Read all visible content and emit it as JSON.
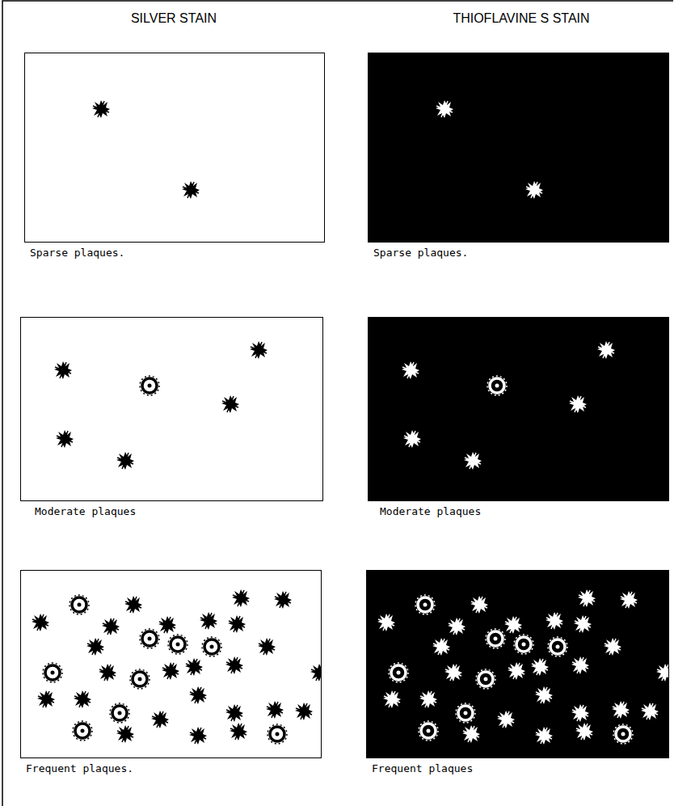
{
  "diagram": {
    "nodes": [
      {
        "text": [
          "Sparse plaques."
        ]
      },
      {
        "text": [
          "Sparse plaques."
        ]
      },
      {
        "text": [
          "Moderate plaques"
        ]
      },
      {
        "text": [
          "Moderate plaques"
        ]
      },
      {
        "text": [
          "Frequent plaques."
        ]
      },
      {
        "text": [
          "Frequent plaques"
        ]
      }
    ],
    "labels": [
      "SILVER STAIN",
      "THIOFLAVINE S STAIN"
    ]
  }
}
